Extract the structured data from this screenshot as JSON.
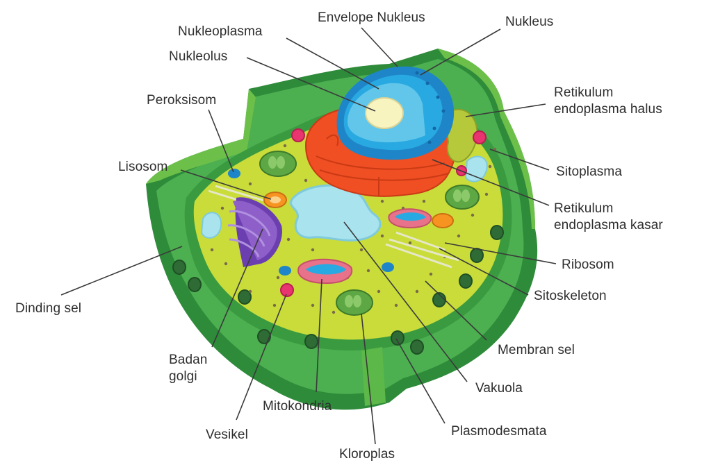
{
  "labels": {
    "envelope_nukleus": "Envelope Nukleus",
    "nukleus": "Nukleus",
    "nukleoplasma": "Nukleoplasma",
    "nukleolus": "Nukleolus",
    "peroksisom": "Peroksisom",
    "lisosom": "Lisosom",
    "retikulum_halus_1": "Retikulum",
    "retikulum_halus_2": "endoplasma halus",
    "sitoplasma": "Sitoplasma",
    "retikulum_kasar_1": "Retikulum",
    "retikulum_kasar_2": "endoplasma kasar",
    "ribosom": "Ribosom",
    "sitoskeleton": "Sitoskeleton",
    "membran_sel": "Membran sel",
    "vakuola": "Vakuola",
    "plasmodesmata": "Plasmodesmata",
    "kloroplas": "Kloroplas",
    "mitokondria": "Mitokondria",
    "vesikel": "Vesikel",
    "badan_golgi_1": "Badan",
    "badan_golgi_2": "golgi",
    "dinding_sel": "Dinding sel"
  },
  "colors": {
    "cell_wall_dark": "#2e8b3a",
    "cell_wall": "#4caf50",
    "cell_wall_light": "#6cc04a",
    "cytoplasm": "#c9dc3a",
    "nucleus": "#29a9e1",
    "nucleoplasm": "#62c6ea",
    "nucleolus": "#f8f4c0",
    "rough_er": "#f04e23",
    "smooth_er": "#b5c93a",
    "golgi": "#8e5fc8",
    "vacuole": "#a8e3ee",
    "mitochondria": "#e8728a",
    "chloroplast": "#5da844",
    "lysosome": "#f79321",
    "vesicle": "#e8356f"
  }
}
